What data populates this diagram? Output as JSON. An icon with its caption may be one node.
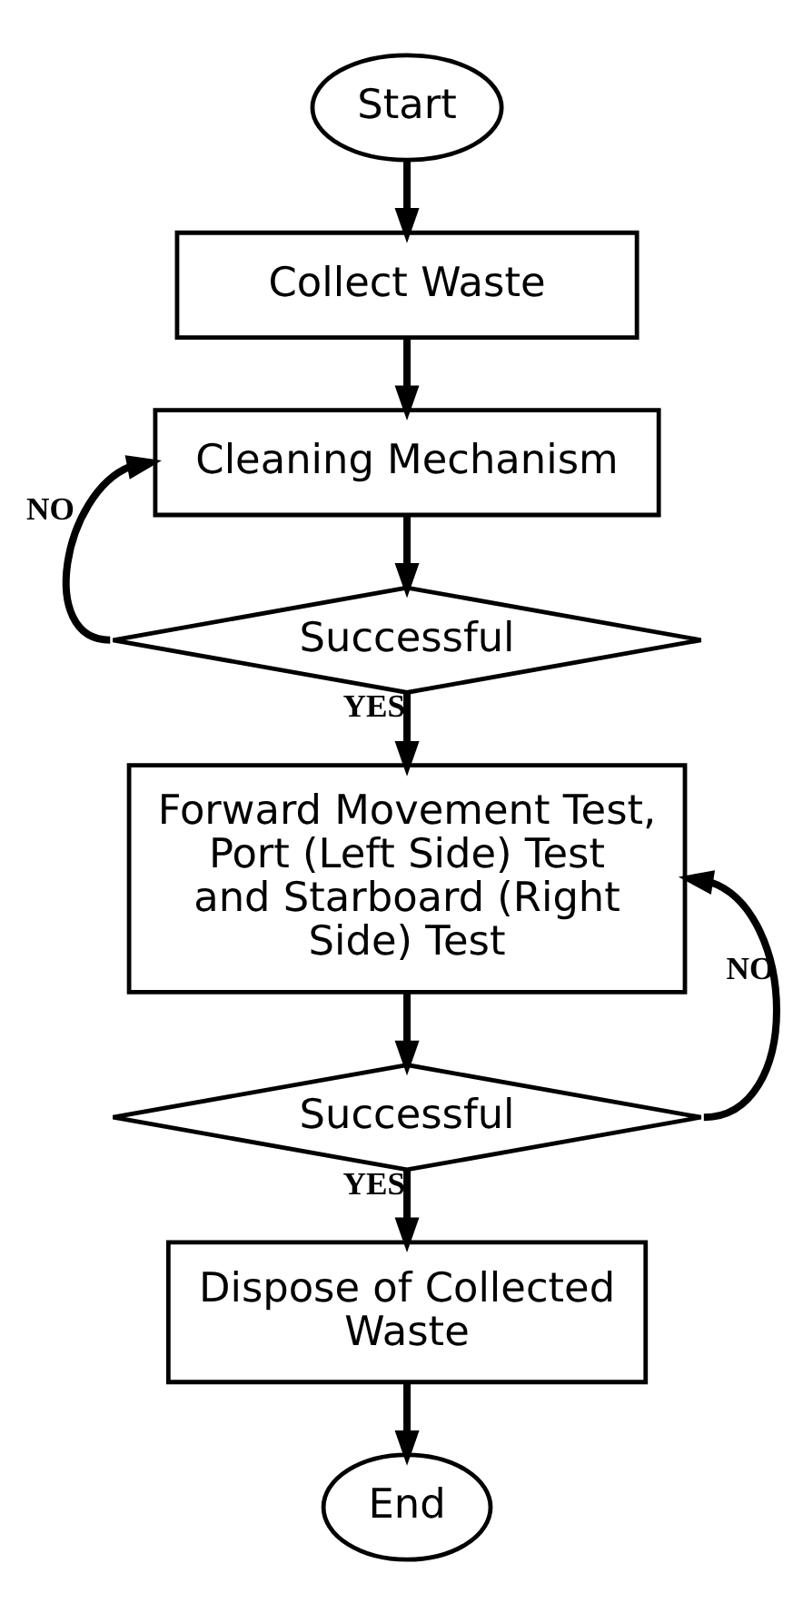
{
  "diagram": {
    "nodes": [
      {
        "text": [
          "Start"
        ]
      },
      {
        "text": [
          "Collect Waste"
        ]
      },
      {
        "text": [
          "Cleaning Mechanism"
        ]
      },
      {
        "text": [
          "Successful"
        ]
      },
      {
        "text": [
          "Forward Movement Test, Port (Left Side) Test and Starboard (Right Side) Test"
        ]
      },
      {
        "text": [
          "Successful"
        ]
      },
      {
        "text": [
          "Dispose of Collected Waste"
        ]
      },
      {
        "text": [
          "End"
        ]
      }
    ],
    "edges": [
      {
        "from": 0,
        "to": 1,
        "arrow": "to"
      },
      {
        "from": 1,
        "to": 2,
        "arrow": "to"
      },
      {
        "from": 2,
        "to": 3,
        "arrow": "to"
      },
      {
        "from": 3,
        "to": 2,
        "arrow": "to",
        "label": "NO"
      },
      {
        "from": 3,
        "to": 4,
        "arrow": "to",
        "label": "YES"
      },
      {
        "from": 4,
        "to": 5,
        "arrow": "to"
      },
      {
        "from": 5,
        "to": 4,
        "arrow": "to",
        "label": "NO"
      },
      {
        "from": 5,
        "to": 6,
        "arrow": "to",
        "label": "YES"
      },
      {
        "from": 6,
        "to": 7,
        "arrow": "to"
      }
    ]
  }
}
